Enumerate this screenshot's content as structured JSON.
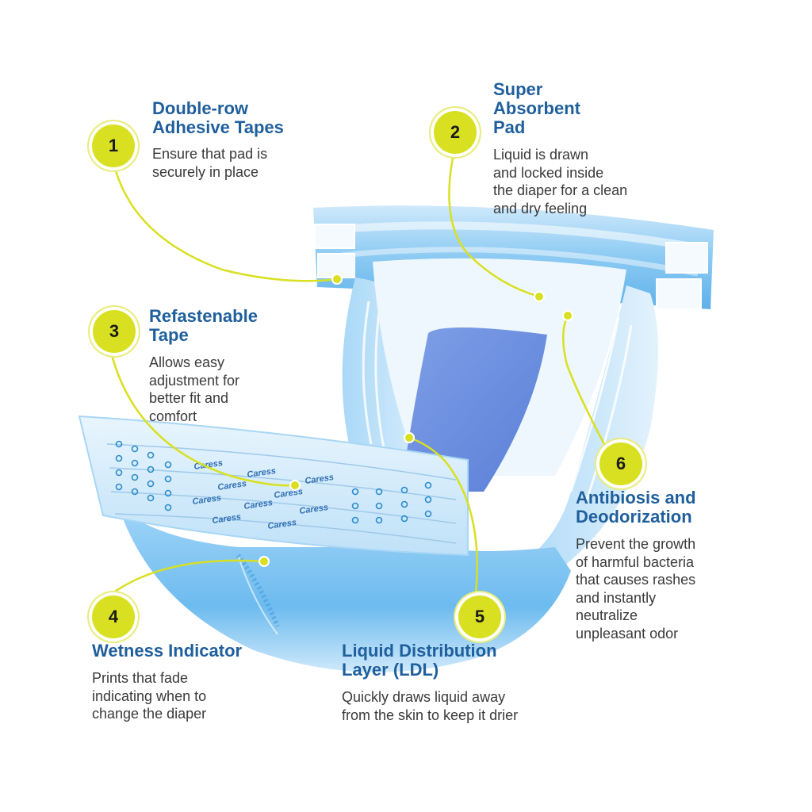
{
  "accent_color": "#d9e021",
  "heading_color": "#1f5f9c",
  "brand_label": "Caress",
  "features": [
    {
      "number": "1",
      "title": "Double-row\nAdhesive Tapes",
      "description": "Ensure that pad is\nsecurely in place"
    },
    {
      "number": "2",
      "title": "Super\nAbsorbent\nPad",
      "description": "Liquid is drawn\nand locked inside\nthe diaper for a clean\nand dry feeling"
    },
    {
      "number": "3",
      "title": "Refastenable\nTape",
      "description": "Allows easy\nadjustment for\nbetter fit and\ncomfort"
    },
    {
      "number": "4",
      "title": "Wetness Indicator",
      "description": "Prints that fade\nindicating when to\nchange the diaper"
    },
    {
      "number": "5",
      "title": "Liquid Distribution\nLayer (LDL)",
      "description": "Quickly draws liquid away\nfrom the skin to keep it drier"
    },
    {
      "number": "6",
      "title": "Antibiosis and\nDeodorization",
      "description": "Prevent the growth\nof harmful bacteria\nthat causes rashes\nand instantly\nneutralize\nunpleasant odor"
    }
  ]
}
